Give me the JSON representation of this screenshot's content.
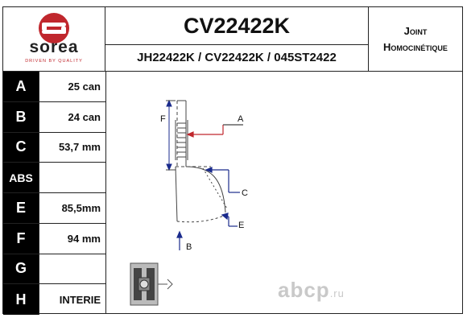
{
  "brand": {
    "name": "sorea",
    "tagline": "DRIVEN BY QUALITY",
    "logo_letter": "S",
    "accent": "#c0272d"
  },
  "product": {
    "code": "CV22422K",
    "cross_refs": "JH22422K / CV22422K / 045ST2422",
    "type_line1": "Joint",
    "type_line2": "Homocinétique"
  },
  "specs": [
    {
      "letter": "A",
      "value": "25 can"
    },
    {
      "letter": "B",
      "value": "24 can"
    },
    {
      "letter": "C",
      "value": "53,7 mm"
    },
    {
      "letter": "ABS",
      "value": ""
    },
    {
      "letter": "E",
      "value": "85,5mm"
    },
    {
      "letter": "F",
      "value": "94 mm"
    },
    {
      "letter": "G",
      "value": ""
    },
    {
      "letter": "H",
      "value": "INTERIE"
    }
  ],
  "diagram": {
    "labels": {
      "a": "A",
      "b": "B",
      "c": "C",
      "e": "E",
      "f": "F"
    },
    "colors": {
      "arrow": "#c0272d",
      "pointer": "#1a2b8c"
    }
  },
  "watermark": {
    "text": "аbср",
    "tld": ".ru"
  }
}
